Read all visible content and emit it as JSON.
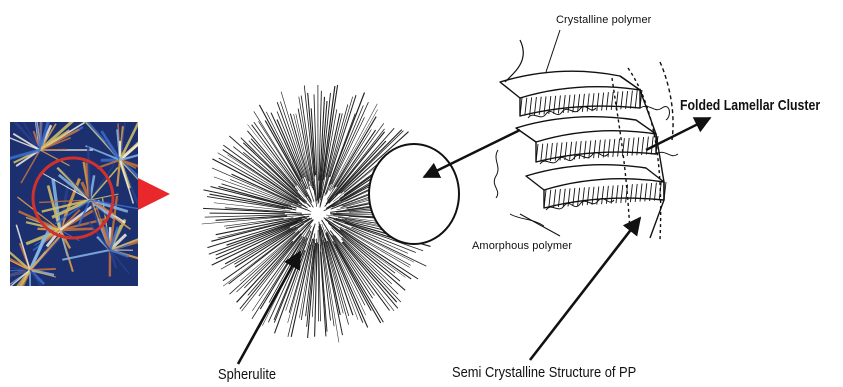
{
  "labels": {
    "crystalline_polymer": "Crystalline polymer",
    "folded_lamellar_cluster": "Folded Lamellar Cluster",
    "amorphous_polymer": "Amorphous polymer",
    "spherulite": "Spherulite",
    "semi_crystalline": "Semi Crystalline Structure of PP"
  },
  "colors": {
    "arrow_red": "#e8282a",
    "circle_red": "#d0312d",
    "ink": "#111111",
    "micrograph_blue": "#2f5fb3",
    "micrograph_orange": "#d98a3a"
  }
}
